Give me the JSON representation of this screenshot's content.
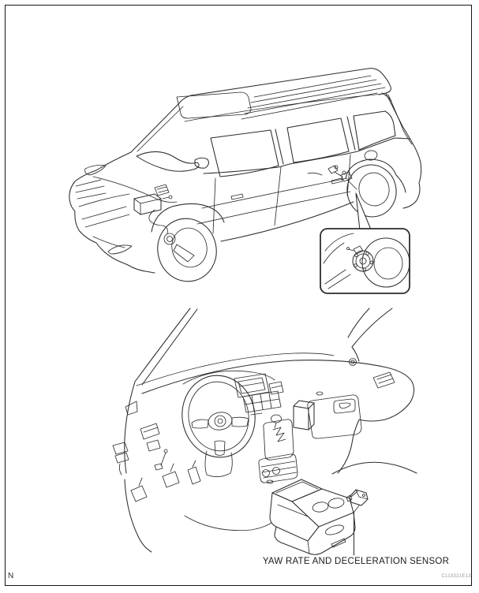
{
  "caption": {
    "text": "YAW RATE AND DECELERATION SENSOR"
  },
  "figure_code": {
    "text": "C119321E13",
    "color": "#9a9a9a"
  },
  "page_marker": {
    "text": "N"
  },
  "artwork": {
    "line_color": "#2d2d2d",
    "background": "#ffffff",
    "frame_color": "#141414"
  }
}
